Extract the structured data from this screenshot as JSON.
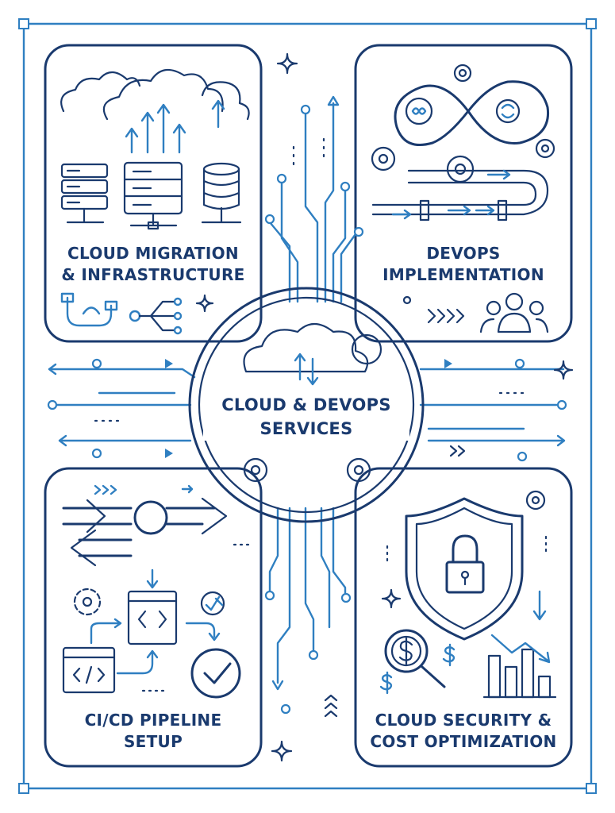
{
  "center": {
    "title_line1": "CLOUD & DEVOPS",
    "title_line2": "SERVICES"
  },
  "panels": [
    {
      "id": "cloud-migration",
      "line1": "CLOUD MIGRATION",
      "line2": "& INFRASTRUCTURE",
      "icons": [
        "cloud-upload-icon",
        "server-rack-icon",
        "database-icon",
        "cable-icon",
        "branch-icon"
      ]
    },
    {
      "id": "devops",
      "line1": "DEVOPS",
      "line2": "IMPLEMENTATION",
      "icons": [
        "infinity-loop-icon",
        "gear-icon",
        "pipeline-icon",
        "team-icon",
        "chevrons-icon"
      ]
    },
    {
      "id": "cicd",
      "line1": "CI/CD PIPELINE",
      "line2": "SETUP",
      "icons": [
        "cycle-arrows-icon",
        "code-window-icon",
        "check-circle-icon",
        "sync-gear-icon"
      ]
    },
    {
      "id": "security",
      "line1": "CLOUD SECURITY &",
      "line2": "COST OPTIMIZATION",
      "icons": [
        "shield-lock-icon",
        "magnifier-dollar-icon",
        "bar-chart-down-icon",
        "dollar-icon"
      ]
    }
  ],
  "colors": {
    "primary_ink": "#1a3a6e",
    "accent_blue": "#2f7fc1",
    "background": "#ffffff"
  }
}
